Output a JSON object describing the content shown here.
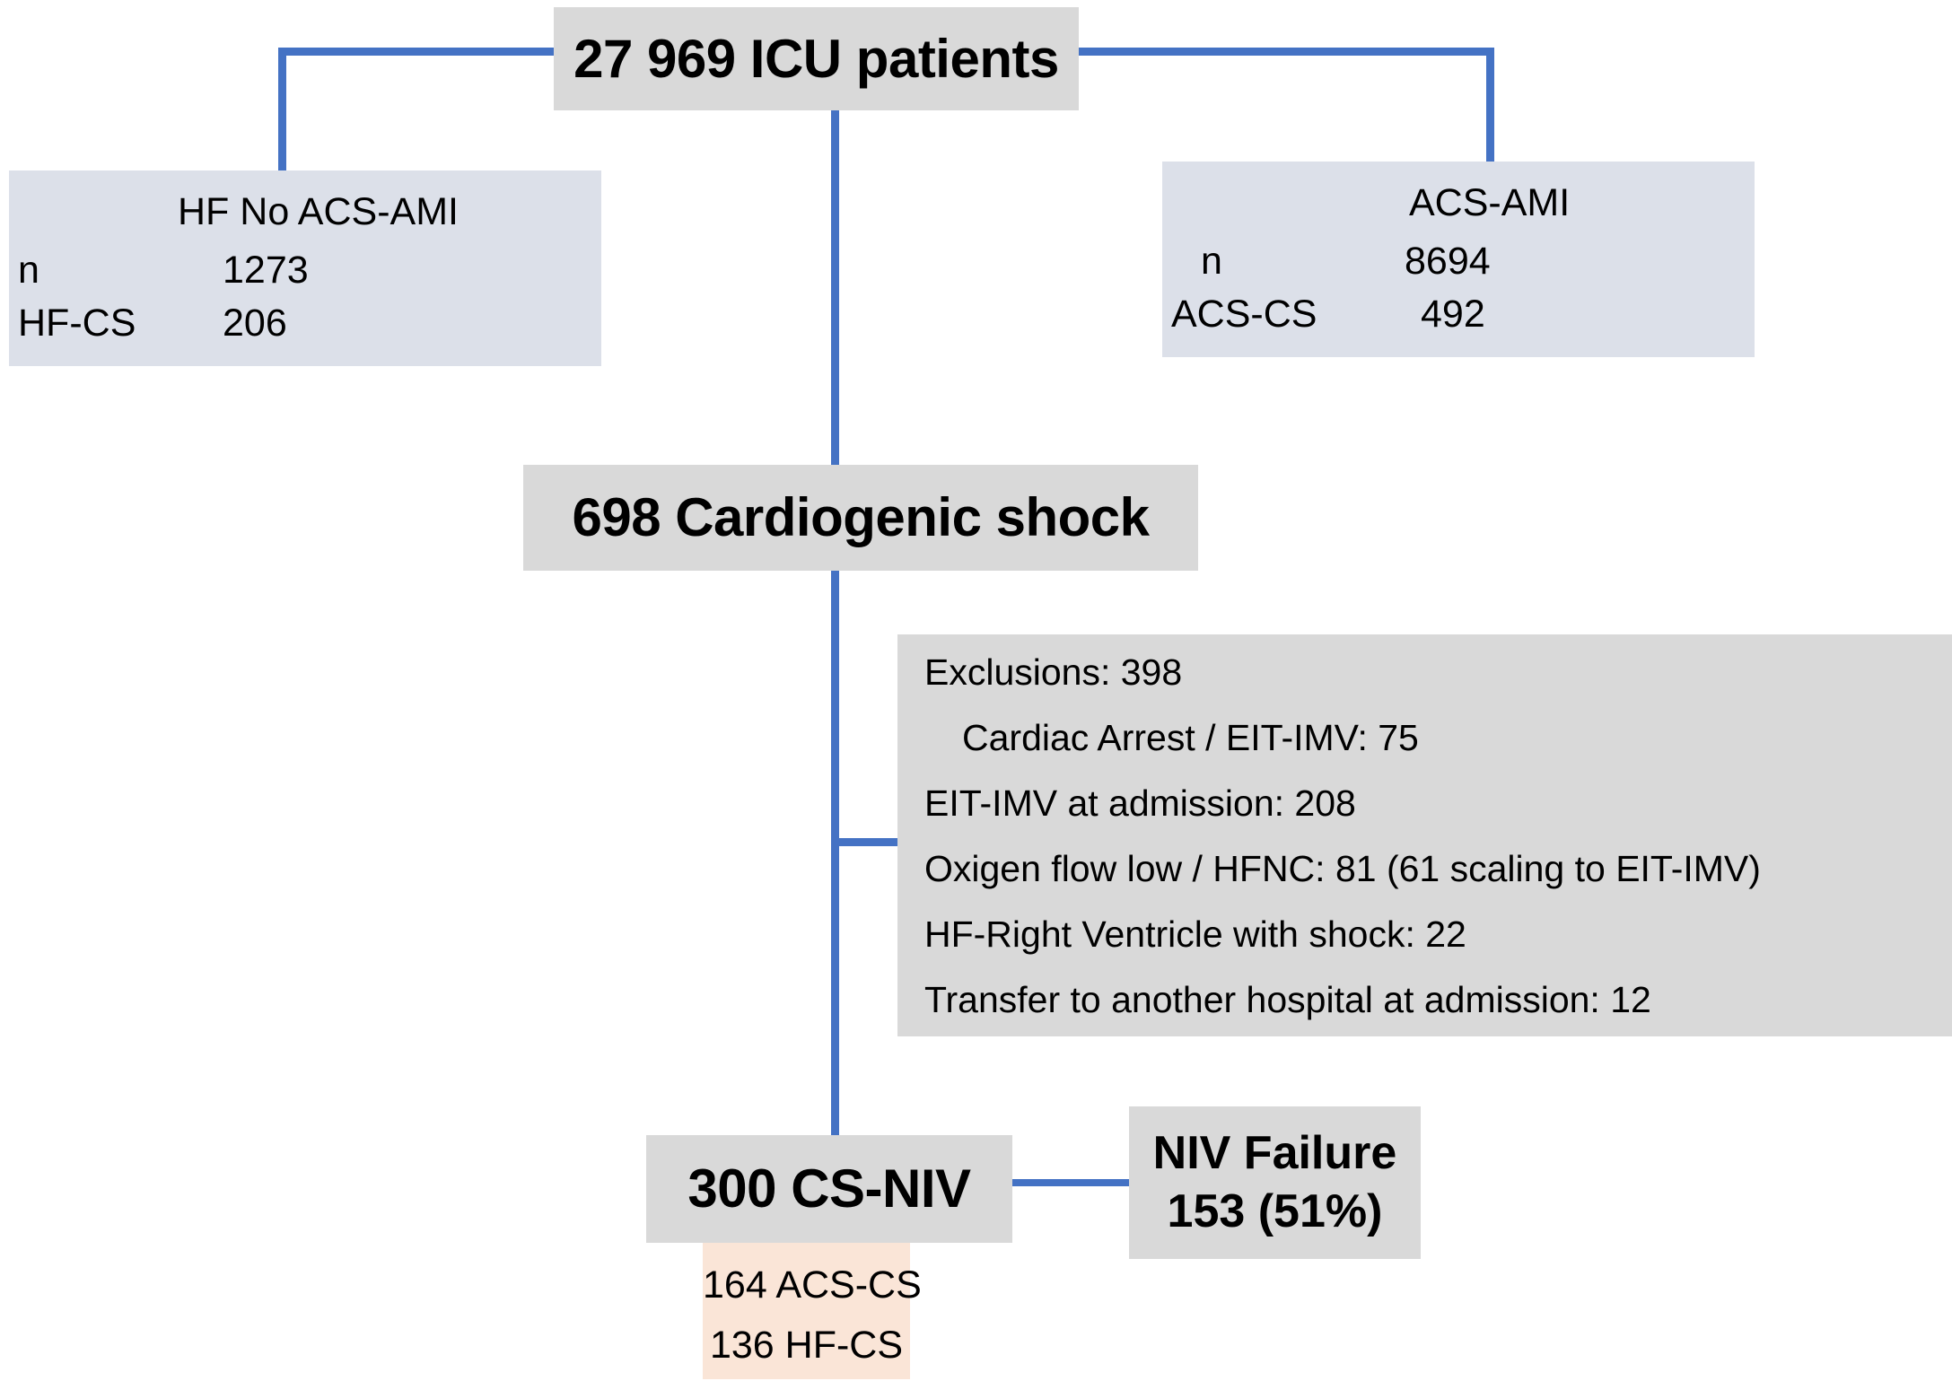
{
  "diagram": {
    "type": "flowchart",
    "title_box": {
      "label": "27 969 ICU patients"
    },
    "branches": [
      {
        "name": "hf-no-acs-ami",
        "heading": "HF No ACS-AMI",
        "rows": [
          {
            "label": "n",
            "value": "1273"
          },
          {
            "label": "HF-CS",
            "value": "206"
          }
        ]
      },
      {
        "name": "acs-ami",
        "heading": "ACS-AMI",
        "rows": [
          {
            "label": "n",
            "value": "8694"
          },
          {
            "label": "ACS-CS",
            "value": "492"
          }
        ]
      }
    ],
    "cardiogenic_shock_box": {
      "label": "698 Cardiogenic shock"
    },
    "exclusions_box": {
      "header": "Exclusions: 398",
      "items": [
        "Cardiac Arrest / EIT-IMV: 75",
        "EIT-IMV at admission: 208",
        "Oxigen flow low / HFNC: 81 (61 scaling to EIT-IMV)",
        "HF-Right Ventricle with shock: 22",
        "Transfer to another hospital at admission: 12"
      ]
    },
    "csniv_box": {
      "label": "300 CS-NIV",
      "sublines": [
        "164 ACS-CS",
        "136 HF-CS"
      ]
    },
    "niv_failure_box": {
      "line1": "NIV Failure",
      "line2": "153 (51%)"
    },
    "colors": {
      "connector": "#4472c4",
      "gray_box": "#d9d9d9",
      "blue_box": "#dce0e9",
      "peach_box": "#fae5d7",
      "text": "#000000"
    }
  }
}
